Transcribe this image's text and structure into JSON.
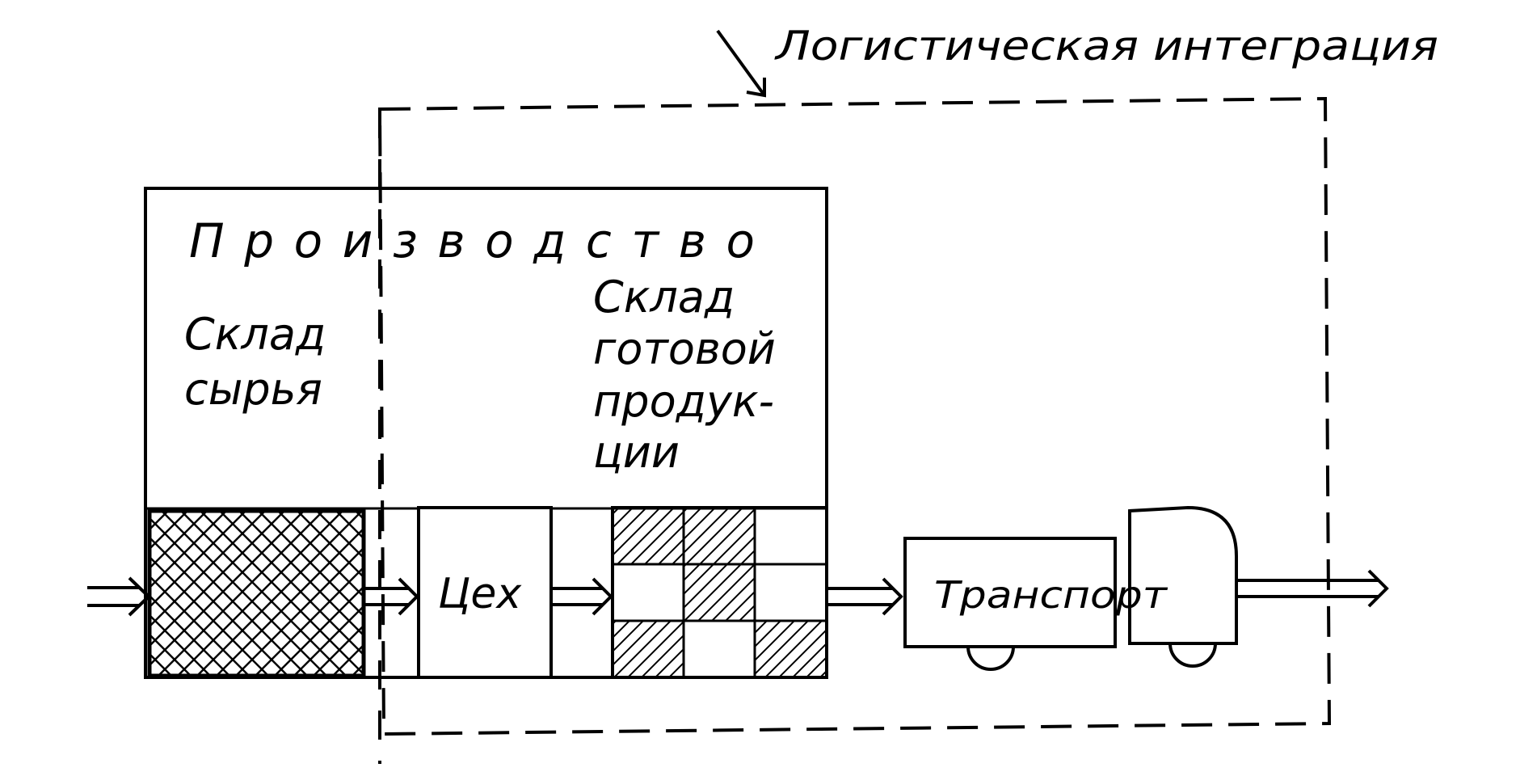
{
  "diagram": {
    "integration_label": "Логистическая интеграция",
    "production_label": "Производство",
    "raw_warehouse": {
      "line1": "Склад",
      "line2": "сырья"
    },
    "finished_warehouse": {
      "line1": "Склад",
      "line2": "готовой",
      "line3": "продук-",
      "line4": "ции"
    },
    "workshop_label": "Цех",
    "transport_label": "Транспорт"
  },
  "colors": {
    "ink": "#000000",
    "paper": "#ffffff"
  }
}
